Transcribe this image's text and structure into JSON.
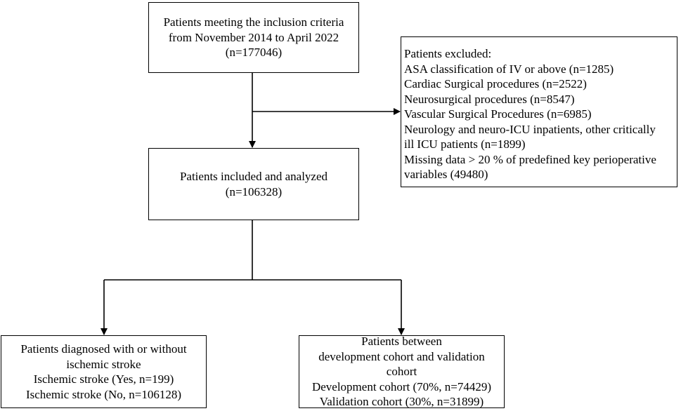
{
  "inclusion": {
    "lines": [
      "Patients meeting the inclusion criteria",
      "from  November 2014 to April 2022",
      "(n=177046)"
    ]
  },
  "excluded": {
    "lines": [
      "Patients excluded:",
      "ASA classification of IV or above (n=1285)",
      "Cardiac Surgical procedures (n=2522)",
      "Neurosurgical procedures (n=8547)",
      "Vascular Surgical Procedures (n=6985)",
      "Neurology and neuro-ICU inpatients, other critically",
      "ill ICU patients (n=1899)",
      "Missing data > 20 % of predefined key perioperative",
      "variables (49480)"
    ]
  },
  "included": {
    "lines": [
      "Patients included and analyzed",
      "(n=106328)"
    ]
  },
  "stroke": {
    "lines": [
      "Patients diagnosed with or without",
      "ischemic stroke",
      "Ischemic stroke (Yes, n=199)",
      "Ischemic stroke (No, n=106128)"
    ]
  },
  "cohort": {
    "lines": [
      "Patients between",
      "development cohort and validation",
      "cohort",
      "Development cohort (70%, n=74429)",
      "Validation cohort (30%, n=31899)"
    ]
  }
}
